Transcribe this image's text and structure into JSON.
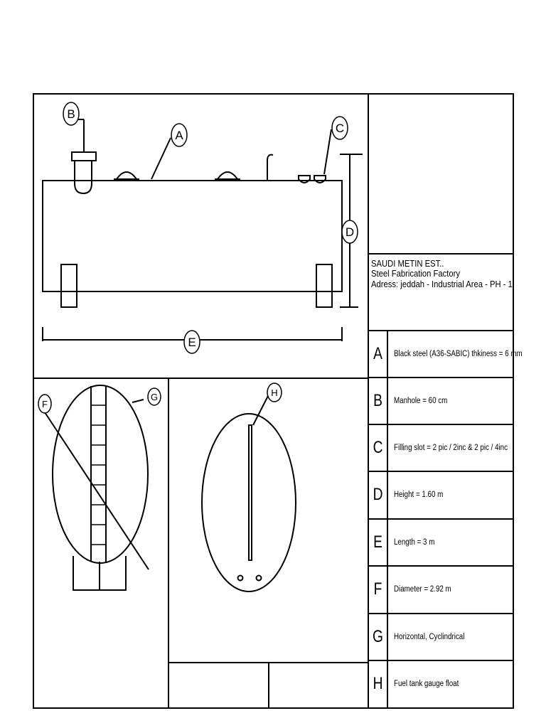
{
  "company": {
    "name": "SAUDI METIN EST..",
    "subtitle": "Steel Fabrication Factory",
    "address": "Adress: jeddah - Industrial Area - PH - 1"
  },
  "callouts": [
    "A",
    "B",
    "C",
    "D",
    "E",
    "F",
    "G",
    "H"
  ],
  "specs": [
    {
      "letter": "A",
      "text": "Black steel (A36-SABIC) thkiness = 6 mm"
    },
    {
      "letter": "B",
      "text": "Manhole = 60 cm"
    },
    {
      "letter": "C",
      "text": "Filling slot = 2 pic / 2inc & 2 pic / 4inc"
    },
    {
      "letter": "D",
      "text": "Height = 1.60 m"
    },
    {
      "letter": "E",
      "text": " Length = 3 m"
    },
    {
      "letter": "F",
      "text": "Diameter = 2.92 m"
    },
    {
      "letter": "G",
      "text": "Horizontal, Cyclindrical"
    },
    {
      "letter": "H",
      "text": "Fuel tank gauge float"
    }
  ]
}
